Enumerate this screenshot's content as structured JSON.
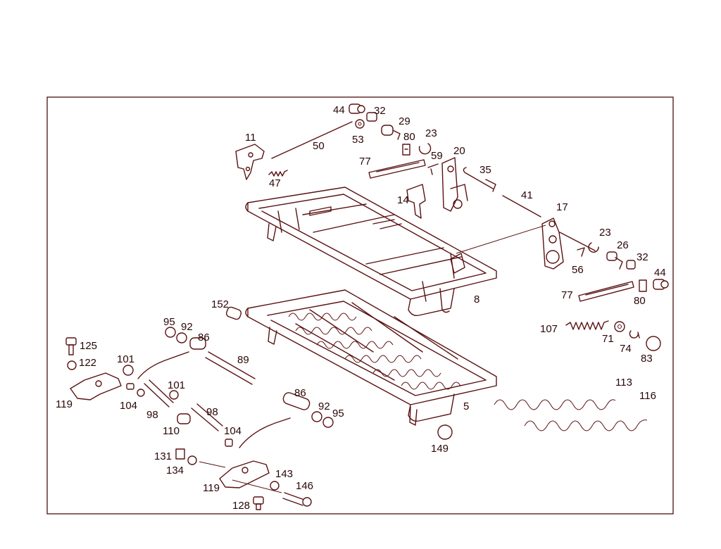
{
  "colors": {
    "line": "#5a1212",
    "text": "#2a0606",
    "background": "#ffffff"
  },
  "callouts": [
    {
      "id": "c44a",
      "text": "44"
    },
    {
      "id": "c32a",
      "text": "32"
    },
    {
      "id": "c29",
      "text": "29"
    },
    {
      "id": "c11",
      "text": "11"
    },
    {
      "id": "c53",
      "text": "53"
    },
    {
      "id": "c80a",
      "text": "80"
    },
    {
      "id": "c23a",
      "text": "23"
    },
    {
      "id": "c50",
      "text": "50"
    },
    {
      "id": "c20",
      "text": "20"
    },
    {
      "id": "c59",
      "text": "59"
    },
    {
      "id": "c77a",
      "text": "77"
    },
    {
      "id": "c35",
      "text": "35"
    },
    {
      "id": "c47",
      "text": "47"
    },
    {
      "id": "c41",
      "text": "41"
    },
    {
      "id": "c14",
      "text": "14"
    },
    {
      "id": "c17",
      "text": "17"
    },
    {
      "id": "c23b",
      "text": "23"
    },
    {
      "id": "c26",
      "text": "26"
    },
    {
      "id": "c32b",
      "text": "32"
    },
    {
      "id": "c56",
      "text": "56"
    },
    {
      "id": "c44b",
      "text": "44"
    },
    {
      "id": "c8",
      "text": "8"
    },
    {
      "id": "c77b",
      "text": "77"
    },
    {
      "id": "c80b",
      "text": "80"
    },
    {
      "id": "c152",
      "text": "152"
    },
    {
      "id": "c95a",
      "text": "95"
    },
    {
      "id": "c92a",
      "text": "92"
    },
    {
      "id": "c86a",
      "text": "86"
    },
    {
      "id": "c107",
      "text": "107"
    },
    {
      "id": "c71",
      "text": "71"
    },
    {
      "id": "c74",
      "text": "74"
    },
    {
      "id": "c125",
      "text": "125"
    },
    {
      "id": "c83",
      "text": "83"
    },
    {
      "id": "c101a",
      "text": "101"
    },
    {
      "id": "c89",
      "text": "89"
    },
    {
      "id": "c122",
      "text": "122"
    },
    {
      "id": "c101b",
      "text": "101"
    },
    {
      "id": "c113",
      "text": "113"
    },
    {
      "id": "c119a",
      "text": "119"
    },
    {
      "id": "c104a",
      "text": "104"
    },
    {
      "id": "c86b",
      "text": "86"
    },
    {
      "id": "c116",
      "text": "116"
    },
    {
      "id": "c5",
      "text": "5"
    },
    {
      "id": "c92b",
      "text": "92"
    },
    {
      "id": "c95b",
      "text": "95"
    },
    {
      "id": "c98a",
      "text": "98"
    },
    {
      "id": "c98b",
      "text": "98"
    },
    {
      "id": "c110",
      "text": "110"
    },
    {
      "id": "c104b",
      "text": "104"
    },
    {
      "id": "c149",
      "text": "149"
    },
    {
      "id": "c131",
      "text": "131"
    },
    {
      "id": "c134",
      "text": "134"
    },
    {
      "id": "c143",
      "text": "143"
    },
    {
      "id": "c119b",
      "text": "119"
    },
    {
      "id": "c146",
      "text": "146"
    },
    {
      "id": "c128",
      "text": "128"
    }
  ]
}
